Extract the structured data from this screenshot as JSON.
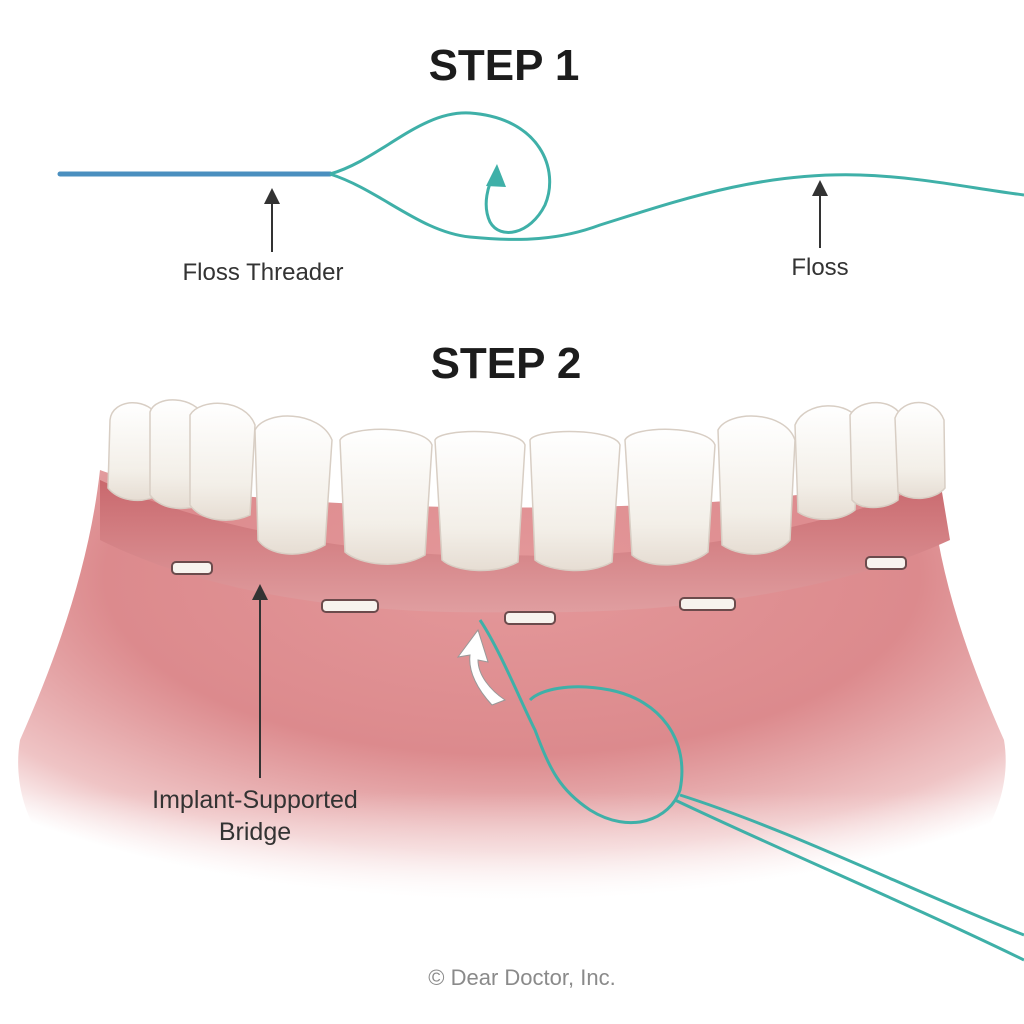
{
  "step1": {
    "title": "STEP 1",
    "labels": {
      "floss_threader": "Floss Threader",
      "floss": "Floss"
    }
  },
  "step2": {
    "title": "STEP 2",
    "label_line1": "Implant-Supported",
    "label_line2": "Bridge"
  },
  "credit": "© Dear Doctor, Inc.",
  "colors": {
    "floss_threader": "#4a8fbf",
    "floss": "#3fb0a8",
    "gum": "#d9868a",
    "tooth": "#f4f1ec",
    "text": "#333333"
  }
}
